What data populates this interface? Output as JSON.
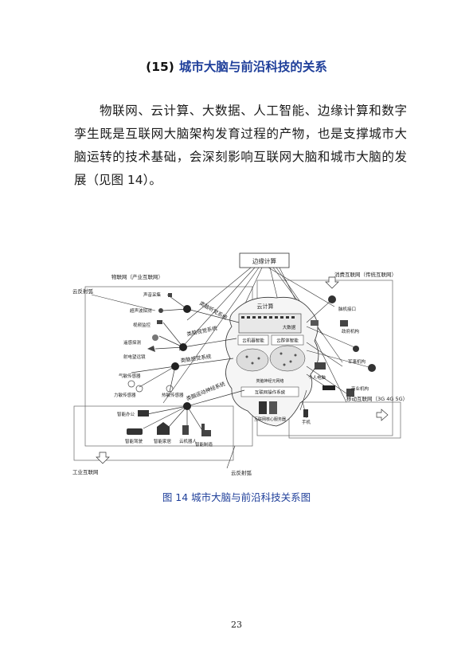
{
  "heading": {
    "number": "(15)",
    "title": "城市大脑与前沿科技的关系"
  },
  "paragraph": "物联网、云计算、大数据、人工智能、边缘计算和数字孪生既是互联网大脑架构发育过程的产物，也是支撑城市大脑运转的技术基础，会深刻影响互联网大脑和城市大脑的发展（见图 14）。",
  "figure": {
    "edge_computing": "边缘计算",
    "iot": "物联网（产业互联网）",
    "consumer_internet": "消费互联网（传统互联网）",
    "cloud_reflex_top": "云反射弧",
    "cloud_reflex_bottom": "云反射弧",
    "industrial_internet": "工业互联网",
    "mobile_internet": "移动互联网（3G 4G 5G）",
    "cloud_computing": "云计算",
    "big_data": "大数据",
    "cloud_swarm": "云群体智能",
    "cloud_machine": "云机器智能",
    "neural_network": "类脑神经元网络",
    "os_label": "互联网操作系统",
    "core_label": "互联网核心服务器",
    "sensors": {
      "sound": "声音采集",
      "ultrasonic": "超声波探测",
      "video": "视频监控",
      "remote": "遥感探测",
      "radar": "射电望远镜",
      "gas": "气敏传感器",
      "force": "力敏传感器",
      "heat": "热敏传感器"
    },
    "systems": {
      "hearing": "类脑听觉系统",
      "vision": "类脑视觉系统",
      "sensing": "类脑感觉系统",
      "motor": "类脑运动神经系统"
    },
    "industrial": {
      "office": "智能办公",
      "driving": "智能驾驶",
      "home": "智能家居",
      "robot": "云机器人",
      "manufacturing": "智能制造"
    },
    "consumer": {
      "interface": "脑机接口",
      "government": "政府机构",
      "military": "军事机构",
      "commercial": "商业机构",
      "pc": "个人电脑",
      "phone": "手机"
    }
  },
  "caption": "图 14  城市大脑与前沿科技关系图",
  "page_number": "23"
}
